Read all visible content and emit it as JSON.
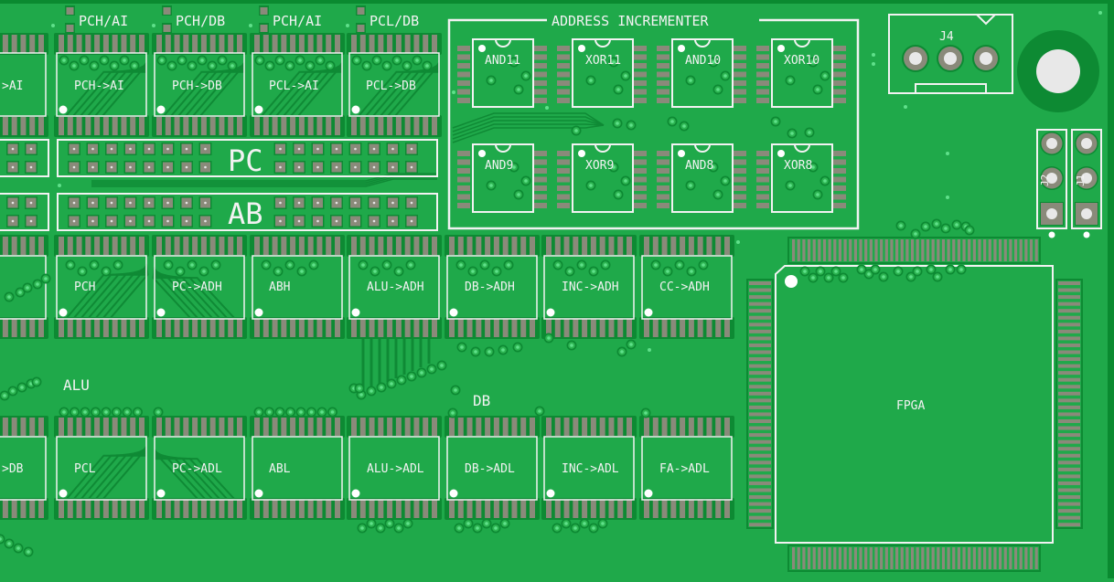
{
  "view": "PCB layout",
  "colors": {
    "board": "#1fa94a",
    "copper_pour_dark": "#0d8a33",
    "trace": "#0f8a35",
    "pad": "#8a8a7a",
    "via": "#5fe08a",
    "silkscreen": "#f2f2f2",
    "board_edge": "#0a8a30"
  },
  "jumper_labels": [
    "PCH/AI",
    "PCH/DB",
    "PCH/AI",
    "PCL/DB"
  ],
  "row1_chips": [
    "PCH->AI",
    "PCH->AI",
    "PCH->DB",
    "PCL->AI",
    "PCL->DB"
  ],
  "bus_headers": [
    {
      "label": "PC"
    },
    {
      "label": "AB"
    }
  ],
  "address_incrementer": {
    "title": "ADDRESS INCREMENTER",
    "chips_top": [
      "AND11",
      "XOR11",
      "AND10",
      "XOR10"
    ],
    "chips_bottom": [
      "AND9",
      "XOR9",
      "AND8",
      "XOR8"
    ]
  },
  "connectors": {
    "j4": "J4",
    "j2": "J2",
    "j1": "J1"
  },
  "row3_chips": [
    "",
    "PCH",
    "PC->ADH",
    "ABH",
    "ALU->ADH",
    "DB->ADH",
    "INC->ADH",
    "CC->ADH"
  ],
  "section_labels": {
    "alu": "ALU",
    "db": "DB"
  },
  "row4_chips": [
    "ALU->DB",
    "PCL",
    "PC->ADL",
    "ABL",
    "ALU->ADL",
    "DB->ADL",
    "INC->ADL",
    "FA->ADL"
  ],
  "row1_partial_visible": ">AI",
  "row4_partial_visible": ">DB",
  "fpga": {
    "label": "FPGA"
  }
}
